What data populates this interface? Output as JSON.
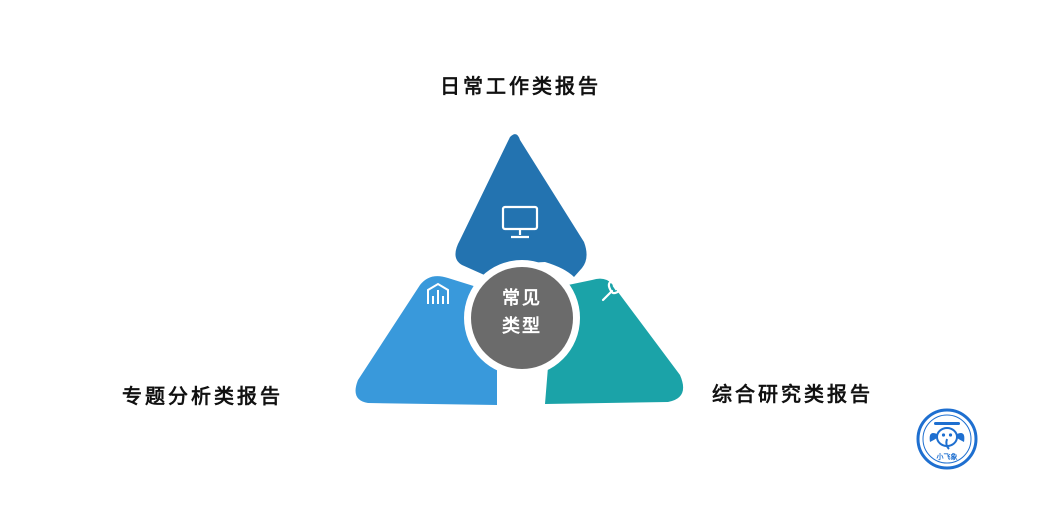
{
  "center": {
    "line1": "常见",
    "line2": "类型"
  },
  "segments": [
    {
      "label": "日常工作类报告",
      "icon": "monitor-icon",
      "color": "#2373b0"
    },
    {
      "label": "专题分析类报告",
      "icon": "building-icon",
      "color": "#3999db"
    },
    {
      "label": "综合研究类报告",
      "icon": "wrench-icon",
      "color": "#1ba3a8"
    }
  ],
  "center_color": "#6b6b6b",
  "badge": {
    "text": "小飞象",
    "color": "#1e6fd0"
  }
}
